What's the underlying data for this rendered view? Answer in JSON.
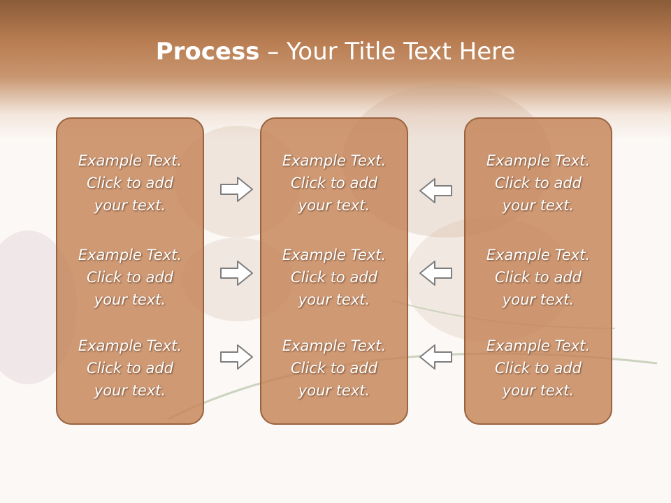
{
  "colors": {
    "header": "#b97d52",
    "box_fill": "#c48458",
    "box_border": "#9a6340",
    "text": "#ffffff"
  },
  "title": {
    "bold": "Process",
    "rest": " – Your Title Text Here"
  },
  "columns": [
    {
      "blocks": [
        {
          "line1": "Example Text.",
          "line2": "Click  to add",
          "line3": "your text."
        },
        {
          "line1": "Example Text.",
          "line2": "Click  to add",
          "line3": "your text."
        },
        {
          "line1": "Example Text.",
          "line2": "Click  to add",
          "line3": "your text."
        }
      ]
    },
    {
      "blocks": [
        {
          "line1": "Example Text.",
          "line2": "Click  to add",
          "line3": "your text."
        },
        {
          "line1": "Example Text.",
          "line2": "Click  to add",
          "line3": "your text."
        },
        {
          "line1": "Example Text.",
          "line2": "Click  to add",
          "line3": "your text."
        }
      ]
    },
    {
      "blocks": [
        {
          "line1": "Example Text.",
          "line2": "Click  to add",
          "line3": "your text."
        },
        {
          "line1": "Example Text.",
          "line2": "Click  to add",
          "line3": "your text."
        },
        {
          "line1": "Example Text.",
          "line2": "Click  to add",
          "line3": "your text."
        }
      ]
    }
  ],
  "arrows": {
    "left_group": "arrow-right-icon",
    "right_group": "arrow-left-icon"
  }
}
